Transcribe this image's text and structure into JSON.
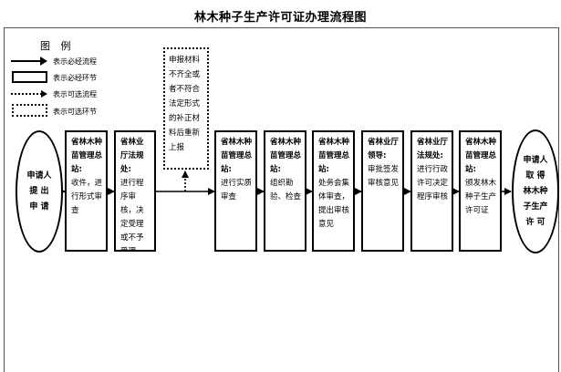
{
  "title": "林木种子生产许可证办理流程图",
  "legend": {
    "heading": "图  例",
    "required_flow": "表示必经流程",
    "required_step": "表示必经环节",
    "optional_flow": "表示可选流程",
    "optional_step": "表示可选环节"
  },
  "start": {
    "text": "申请人\n提  出\n申  请"
  },
  "end": {
    "text": "申请人\n取 得\n林木种\n子生产\n许 可"
  },
  "steps": [
    {
      "head": "省林木种苗管理总站:",
      "body": "收件，进行形式审查"
    },
    {
      "head": "省林业厅法规处:",
      "body": "进行程序审核，决定受理或不予受理"
    },
    {
      "head": "省林木种苗管理总站:",
      "body": "进行实质审查"
    },
    {
      "head": "省林木种苗管理总站:",
      "body": "组织勘验、检查"
    },
    {
      "head": "省林木种苗管理总站:",
      "body": "处务会集体审查，提出审核意见"
    },
    {
      "head": "省林业厅领导:",
      "body": "审批签发审核意见"
    },
    {
      "head": "省林业厅法规处:",
      "body": "进行行政许可决定程序审核"
    },
    {
      "head": "省林木种苗管理总站:",
      "body": "颁发林木种子生产许可证"
    }
  ],
  "optional_box": {
    "text": "申报材料不齐全或者不符合法定形式的补正材料后重新上报"
  }
}
